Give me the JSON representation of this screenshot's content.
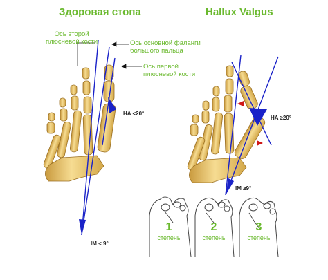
{
  "titles": {
    "healthy": "Здоровая стопа",
    "hallux": "Hallux Valgus"
  },
  "labels": {
    "second_metatarsal_axis": [
      "Ось второй",
      "плюсневой кости"
    ],
    "main_phalanx_axis": [
      "Ось основной фаланги",
      "большого пальца"
    ],
    "first_metatarsal_axis": [
      "Ось первой",
      "плюсневой кости"
    ]
  },
  "measures": {
    "ha_normal": "HA <20°",
    "ha_valgus": "HA ≥20°",
    "im_valgus": "IM ≥9°",
    "im_normal": "IM < 9°"
  },
  "stages": [
    {
      "number": "1",
      "caption": "степень"
    },
    {
      "number": "2",
      "caption": "степень"
    },
    {
      "number": "3",
      "caption": "степень"
    }
  ],
  "colors": {
    "title_green": "#6ab92e",
    "axis_blue": "#1a22c8",
    "bone_fill": "#f0cf7e",
    "bone_shade": "#c99a3e",
    "arrow_red": "#d01818"
  }
}
